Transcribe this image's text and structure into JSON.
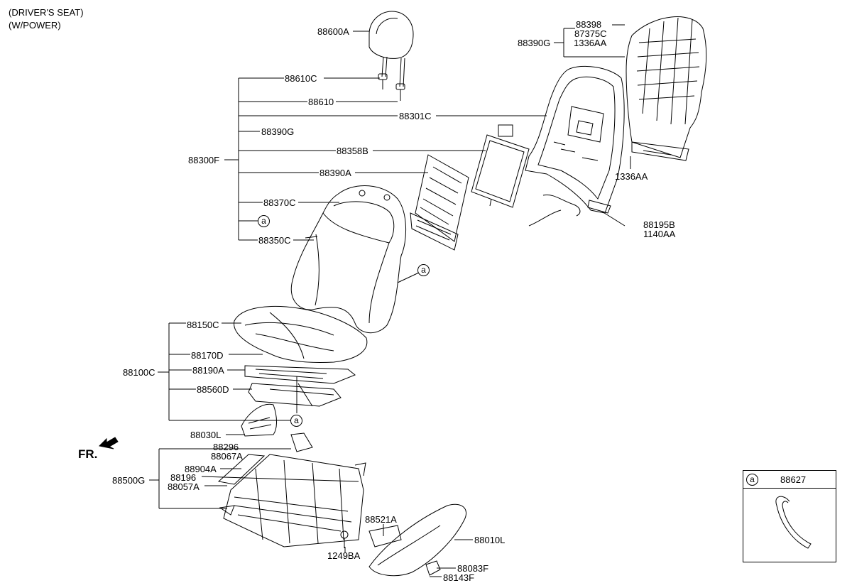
{
  "header": {
    "line1": "(DRIVER'S SEAT)",
    "line2": "(W/POWER)"
  },
  "front_marker": "FR.",
  "ref_letter": "a",
  "legend": {
    "letter": "a",
    "part": "88627"
  },
  "parts": {
    "p88600A": "88600A",
    "p88610C": "88610C",
    "p88610": "88610",
    "p88301C": "88301C",
    "p88390G_a": "88390G",
    "p88358B": "88358B",
    "p88300F": "88300F",
    "p88390A": "88390A",
    "p88370C": "88370C",
    "p88350C": "88350C",
    "p88398": "88398",
    "p87375C": "87375C",
    "p88390G_b": "88390G",
    "p1336AA_a": "1336AA",
    "p1336AA_b": "1336AA",
    "p88195B": "88195B",
    "p1140AA": "1140AA",
    "p88150C": "88150C",
    "p88170D": "88170D",
    "p88100C": "88100C",
    "p88190A": "88190A",
    "p88560D": "88560D",
    "p88030L": "88030L",
    "p88296": "88296",
    "p88067A": "88067A",
    "p88904A": "88904A",
    "p88500G": "88500G",
    "p88196": "88196",
    "p88057A": "88057A",
    "p88521A": "88521A",
    "p88010L": "88010L",
    "p1249BA": "1249BA",
    "p88083F": "88083F",
    "p88143F": "88143F"
  }
}
